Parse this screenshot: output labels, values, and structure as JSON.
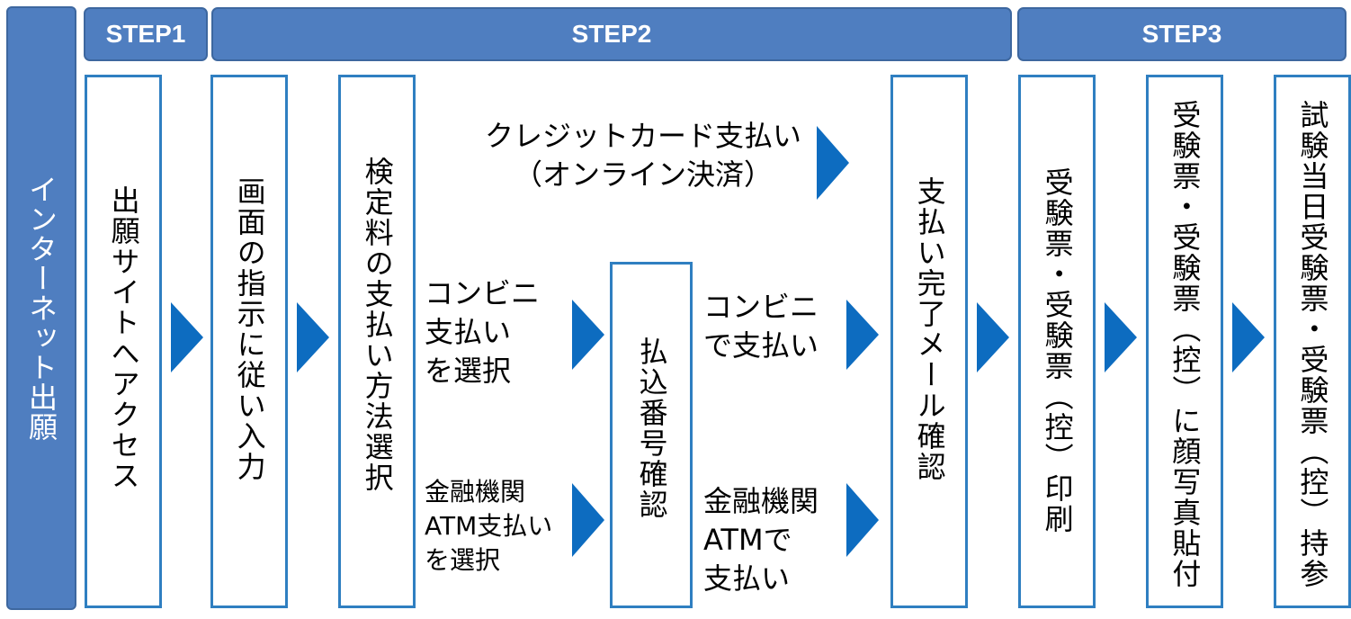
{
  "side_label": "インターネット出願",
  "steps": [
    {
      "label": "STEP1"
    },
    {
      "label": "STEP2"
    },
    {
      "label": "STEP3"
    }
  ],
  "boxes": {
    "access": "出願サイトへアクセス",
    "input": "画面の指示に従い入力",
    "method": "検定料の支払い方法選択",
    "number": "払込番号確認",
    "mail": "支払い完了メール確認",
    "print": "受験票・受験票（控）印刷",
    "photo": "受験票・受験票（控）に顔写真貼付",
    "bring": "試験当日受験票・受験票（控）持参"
  },
  "labels": {
    "credit": "クレジットカード支払い\n（オンライン決済）",
    "conv_select": "コンビニ\n支払い\nを選択",
    "atm_select": "金融機関\nATM支払い\nを選択",
    "conv_pay": "コンビニ\nで支払い",
    "atm_pay": "金融機関\nATMで\n支払い"
  },
  "colors": {
    "header_fill": "#4f7ec0",
    "box_border": "#2f7fc1",
    "arrow": "#0d6cc0"
  }
}
